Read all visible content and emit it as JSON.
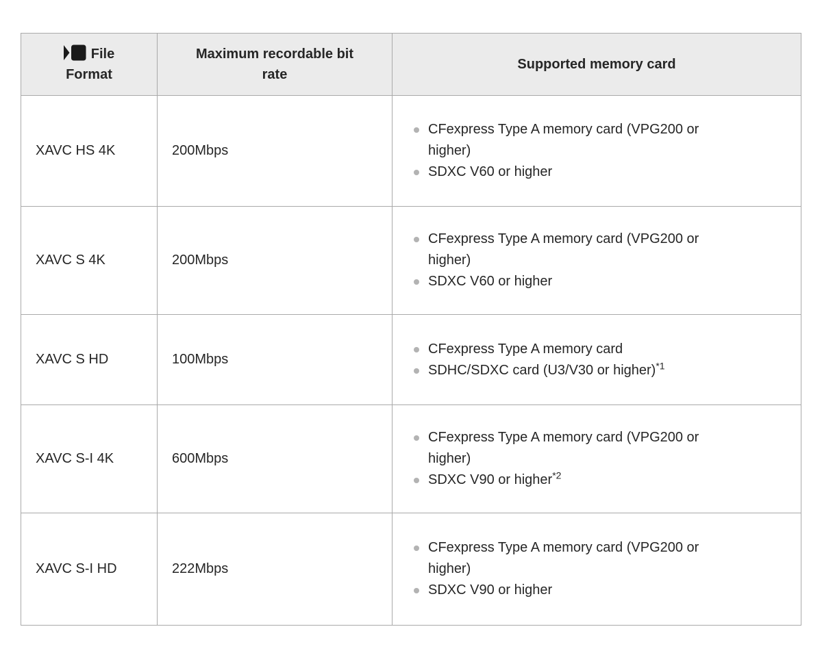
{
  "table": {
    "headers": {
      "file_format": "File Format",
      "file_format_icon": "movie-icon",
      "bitrate": "Maximum recordable bit rate",
      "memory_card": "Supported memory card"
    },
    "rows": [
      {
        "format": "XAVC HS 4K",
        "bitrate": "200Mbps",
        "cards": [
          {
            "text": "CFexpress Type A memory card (VPG200 or higher)"
          },
          {
            "text": "SDXC V60 or higher"
          }
        ]
      },
      {
        "format": "XAVC S 4K",
        "bitrate": "200Mbps",
        "cards": [
          {
            "text": "CFexpress Type A memory card (VPG200 or higher)"
          },
          {
            "text": "SDXC V60 or higher"
          }
        ]
      },
      {
        "format": "XAVC S HD",
        "bitrate": "100Mbps",
        "cards": [
          {
            "text": "CFexpress Type A memory card"
          },
          {
            "text": "SDHC/SDXC card (U3/V30 or higher)",
            "sup": "*1"
          }
        ]
      },
      {
        "format": "XAVC S-I 4K",
        "bitrate": "600Mbps",
        "cards": [
          {
            "text": "CFexpress Type A memory card (VPG200 or higher)"
          },
          {
            "text": "SDXC V90 or higher",
            "sup": "*2"
          }
        ]
      },
      {
        "format": "XAVC S-I HD",
        "bitrate": "222Mbps",
        "cards": [
          {
            "text": "CFexpress Type A memory card (VPG200 or higher)"
          },
          {
            "text": "SDXC V90 or higher"
          }
        ]
      }
    ]
  },
  "colors": {
    "header_background": "#ebebeb",
    "border": "#a9a9a9",
    "text": "#262626",
    "bullet": "#b3b3b3",
    "icon": "#1a1a1a"
  }
}
